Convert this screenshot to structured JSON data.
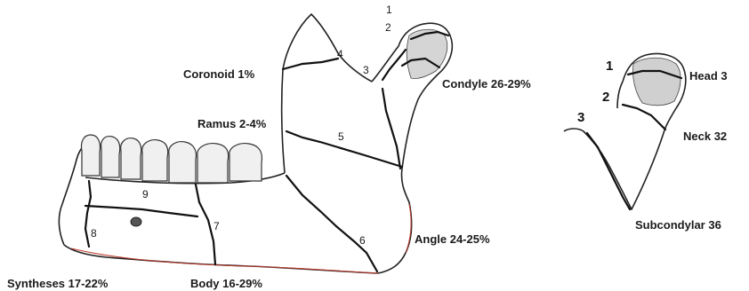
{
  "labels": {
    "coronoid": "Coronoid 1%",
    "condyle": "Condyle 26-29%",
    "ramus": "Ramus 2-4%",
    "angle": "Angle 24-25%",
    "syntheses": "Syntheses 17-22%",
    "body": "Body 16-29%",
    "head": "Head 3",
    "neck": "Neck 32",
    "subcondylar": "Subcondylar 36"
  },
  "mandible_numbers": [
    "1",
    "2",
    "3",
    "4",
    "5",
    "6",
    "7",
    "8",
    "9"
  ],
  "condyle_numbers": [
    "1",
    "2",
    "3"
  ],
  "colors": {
    "outline": "#222222",
    "fracture": "#111111",
    "shade": "#b8b8b8",
    "lower_border": "#c0392b"
  }
}
